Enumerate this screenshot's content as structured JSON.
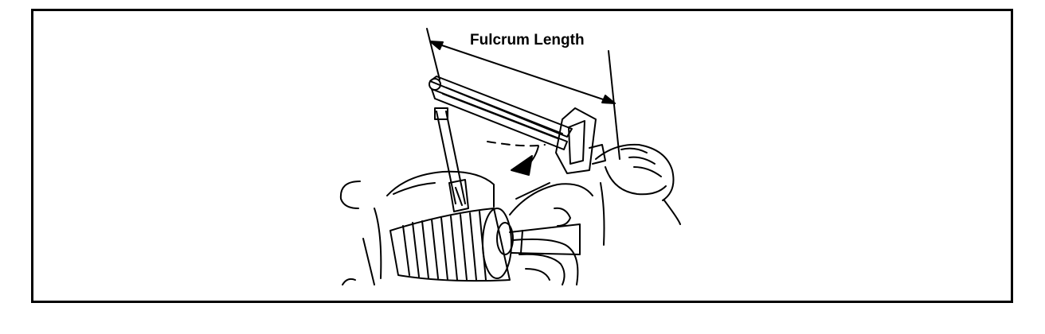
{
  "diagram": {
    "dimension_label": "Fulcrum Length",
    "parts": [
      {
        "name": "torque-wrench",
        "icon": "wrench-icon"
      },
      {
        "name": "extension-bar",
        "icon": "bar-icon"
      },
      {
        "name": "steering-rack-boot",
        "icon": "boot-icon"
      },
      {
        "name": "hand",
        "icon": "hand-icon"
      },
      {
        "name": "rotation-arrow",
        "icon": "curved-arrow-icon"
      }
    ],
    "line_color": "#000000",
    "background_color": "#ffffff"
  }
}
